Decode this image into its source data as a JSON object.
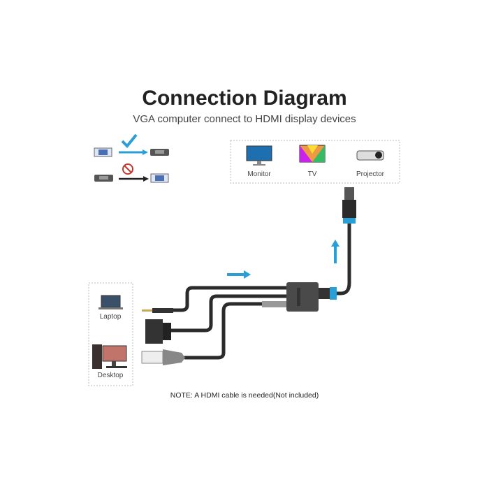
{
  "title": "Connection Diagram",
  "subtitle": "VGA computer connect to HDMI display devices",
  "displays": [
    {
      "label": "Monitor",
      "icon": "monitor-icon"
    },
    {
      "label": "TV",
      "icon": "tv-icon"
    },
    {
      "label": "Projector",
      "icon": "projector-icon"
    }
  ],
  "sources": [
    {
      "label": "Laptop",
      "icon": "laptop-icon"
    },
    {
      "label": "Desktop",
      "icon": "desktop-icon"
    }
  ],
  "note": "NOTE: A HDMI cable is needed(Not included)",
  "colors": {
    "accent": "#2a9fd6",
    "cable": "#2b2b2b",
    "prohibited": "#c0392b"
  }
}
